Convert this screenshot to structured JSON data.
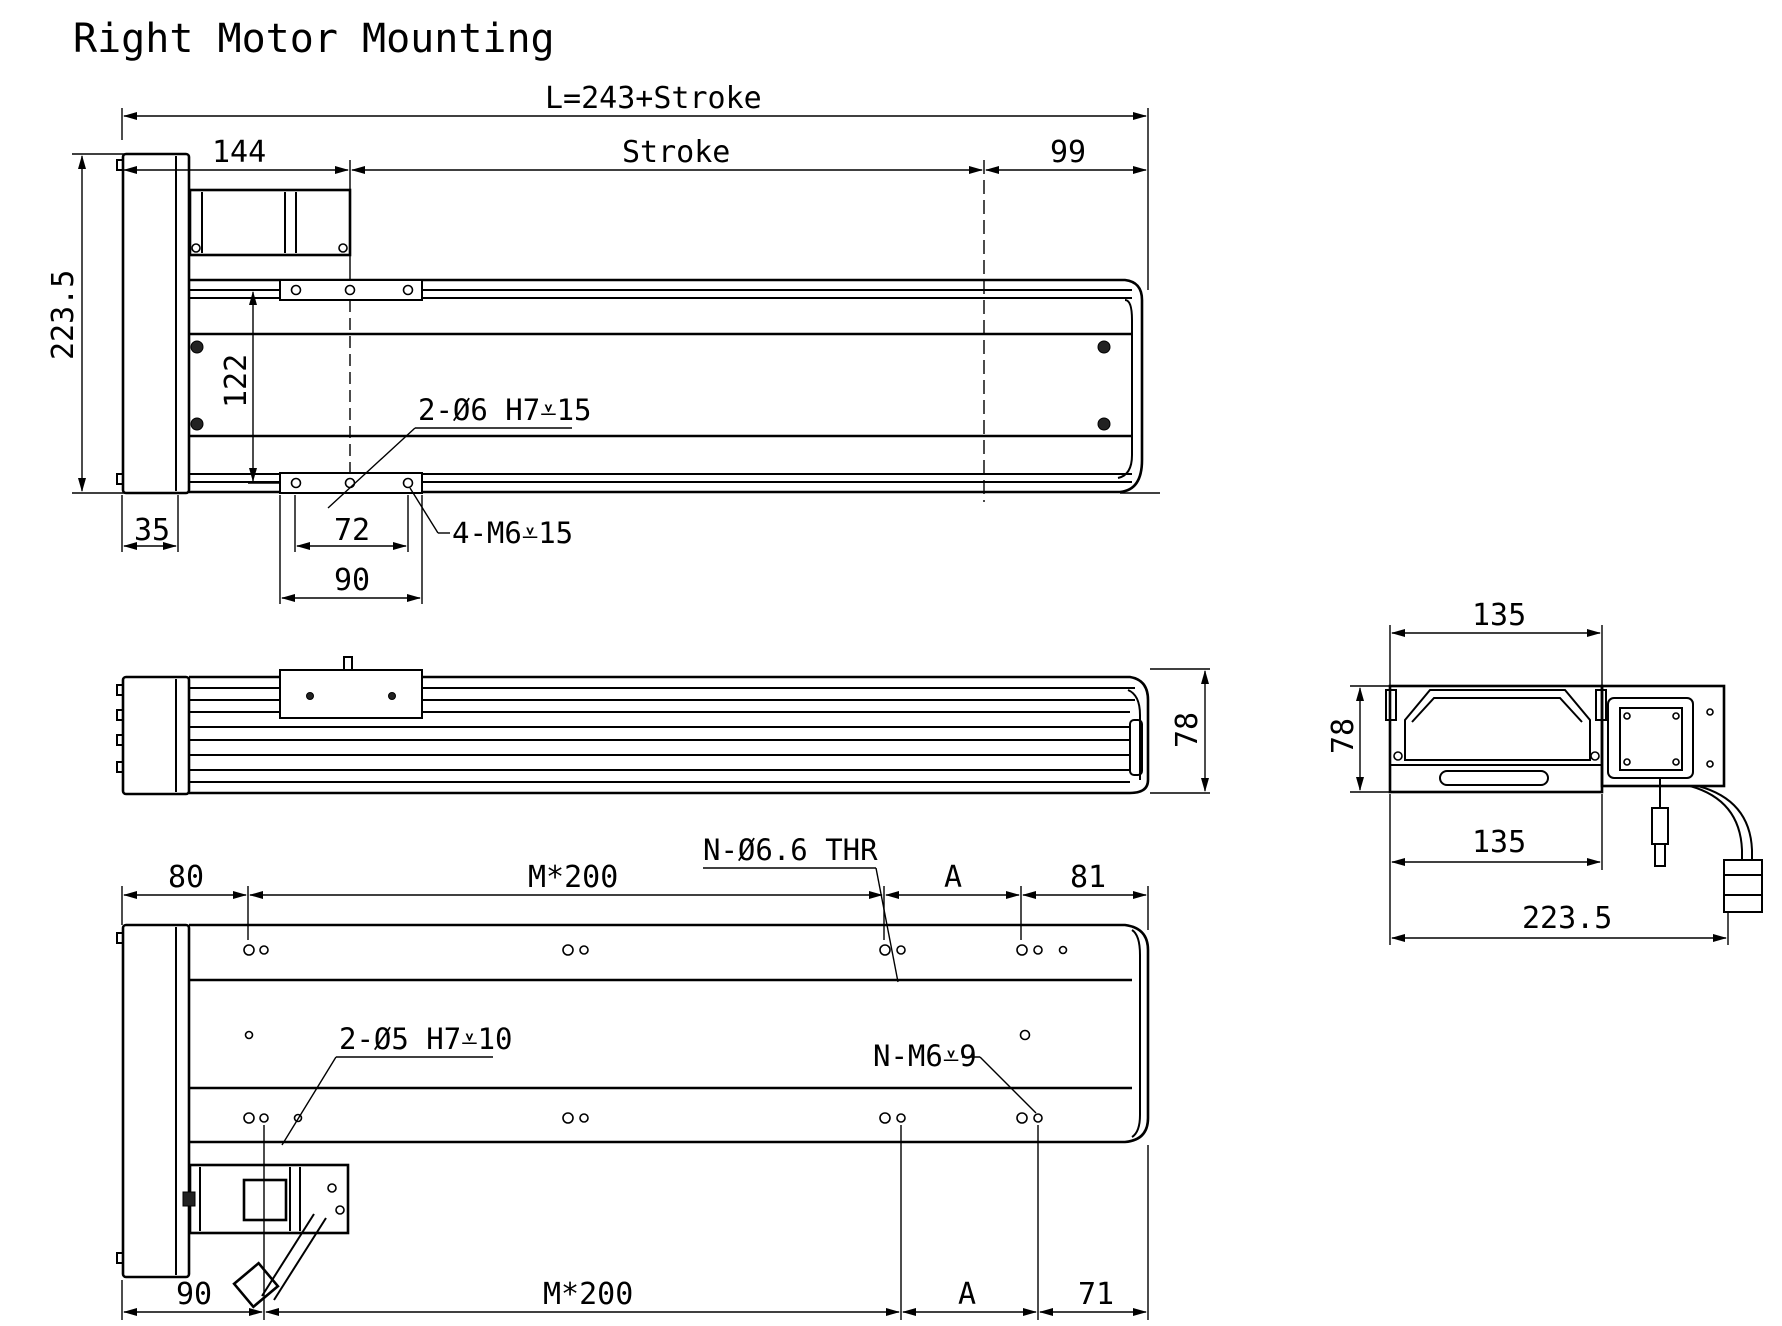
{
  "title": "Right Motor Mounting",
  "top_view": {
    "overall_length": "L=243+Stroke",
    "dim_144": "144",
    "dim_stroke": "Stroke",
    "dim_99": "99",
    "dim_height": "223.5",
    "dim_122": "122",
    "dim_35": "35",
    "dim_72": "72",
    "dim_90": "90",
    "callout_pin": "2-Ø6 H7⩡15",
    "callout_screw": "4-M6⩡15"
  },
  "side_view": {
    "dim_78": "78"
  },
  "end_view": {
    "dim_135_top": "135",
    "dim_78": "78",
    "dim_135_bottom": "135",
    "dim_223_5": "223.5"
  },
  "bottom_view": {
    "dim_80": "80",
    "dim_m200_top": "M*200",
    "dim_a_top": "A",
    "dim_81": "81",
    "callout_thru": "N-Ø6.6 THR",
    "callout_pin": "2-Ø5 H7⩡10",
    "callout_thread": "N-M6⩡9",
    "dim_90": "90",
    "dim_m200_bottom": "M*200",
    "dim_a_bottom": "A",
    "dim_71": "71"
  }
}
